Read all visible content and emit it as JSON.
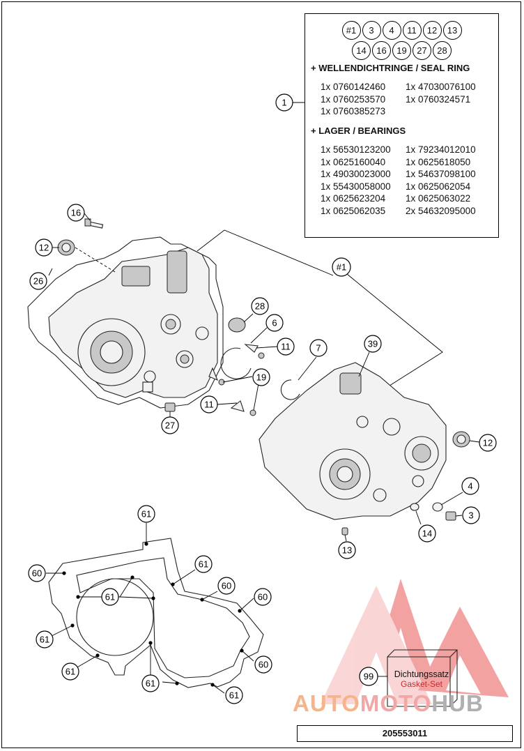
{
  "info_box": {
    "badges_row1": [
      "#1",
      "3",
      "4",
      "11",
      "12",
      "13"
    ],
    "badges_row2": [
      "14",
      "16",
      "19",
      "27",
      "28"
    ],
    "seal_title": "+ WELLENDICHTRINGE / SEAL RING",
    "seal_parts": [
      "1x 0760142460",
      "1x 47030076100",
      "1x 0760253570",
      "1x 0760324571",
      "1x 0760385273",
      ""
    ],
    "bearing_title": "+ LAGER / BEARINGS",
    "bearing_parts": [
      "1x 56530123200",
      "1x 79234012010",
      "1x 0625160040",
      "1x 0625618050",
      "1x 49030023000",
      "1x 54637098100",
      "1x 55430058000",
      "1x 0625062054",
      "1x 0625623204",
      "1x 0625063022",
      "1x 0625062035",
      "2x 54632095000"
    ]
  },
  "callouts": {
    "c1": "1",
    "c16": "16",
    "c12a": "12",
    "c26": "26",
    "c28": "28",
    "c6": "6",
    "c11a": "11",
    "c19": "19",
    "c11b": "11",
    "c27": "27",
    "c7": "7",
    "c39": "39",
    "c_group": "#1",
    "c12b": "12",
    "c4": "4",
    "c3": "3",
    "c14": "14",
    "c13": "13",
    "c61a": "61",
    "c60a": "60",
    "c61b": "61",
    "c61c": "61",
    "c60b": "60",
    "c60c": "60",
    "c61d": "61",
    "c61e": "61",
    "c60d": "60",
    "c61f": "61",
    "c61g": "61",
    "c99": "99"
  },
  "gasket_set": {
    "de": "Dichtungssatz",
    "en": "Gasket-Set"
  },
  "watermark": {
    "part1": "AUTO",
    "part2": "MOTO",
    "part3": "HUB"
  },
  "doc_id": "205553011"
}
